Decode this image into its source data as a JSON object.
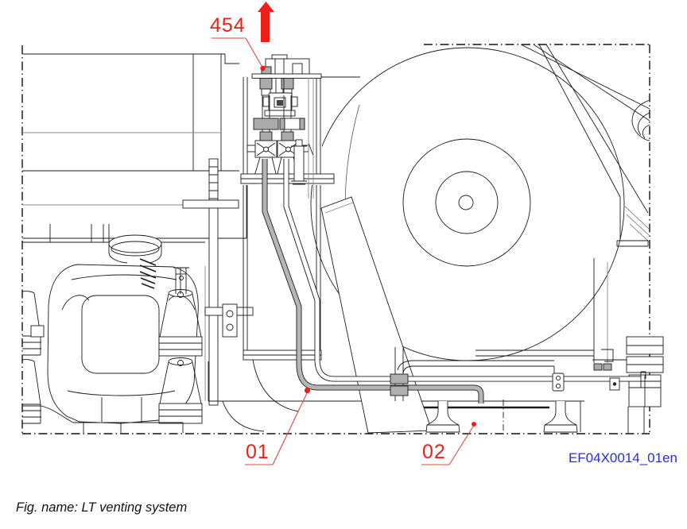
{
  "figure": {
    "caption": "Fig. name: LT venting system",
    "drawing_code": "EF04X0014_01en"
  },
  "annotations": {
    "vent_connection_label": "454",
    "part_label_1": "01",
    "part_label_2": "02"
  },
  "icons": {
    "flow_arrow": "up-arrow-icon"
  },
  "colors": {
    "annotation_red": "#ee1f1a",
    "leader_red": "#e2463c",
    "code_blue": "#2b2be0",
    "line_black": "#1c1c1c",
    "pipe_highlight_gray": "#b5b5b5",
    "flange_gray": "#ababab"
  }
}
